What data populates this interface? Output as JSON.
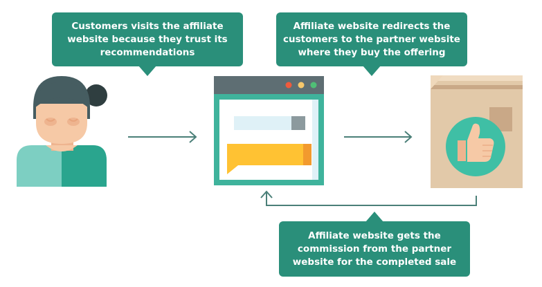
{
  "steps": [
    {
      "lines": [
        "Customers visits the affiliate",
        "website because they trust its",
        "recommendations"
      ]
    },
    {
      "lines": [
        "Affiliate website redirects the",
        "customers to the partner website",
        "where they buy the offering"
      ]
    },
    {
      "lines": [
        "Affiliate website gets the",
        "commission from the partner",
        "website for the completed sale"
      ]
    }
  ],
  "icons": {
    "customer": "customer-icon",
    "website": "affiliate-website-icon",
    "partner": "partner-package-thumbs-up-icon"
  },
  "colors": {
    "bubble": "#2a8f7a",
    "arrow": "#4a7f78",
    "teal_light": "#7dcfc2",
    "teal_dark": "#2aa58e",
    "skin": "#f6c9a6",
    "hair": "#465d61",
    "browser_bar": "#5e6e73",
    "browser_frame": "#3fb39c",
    "box": "#e2c9a9"
  }
}
